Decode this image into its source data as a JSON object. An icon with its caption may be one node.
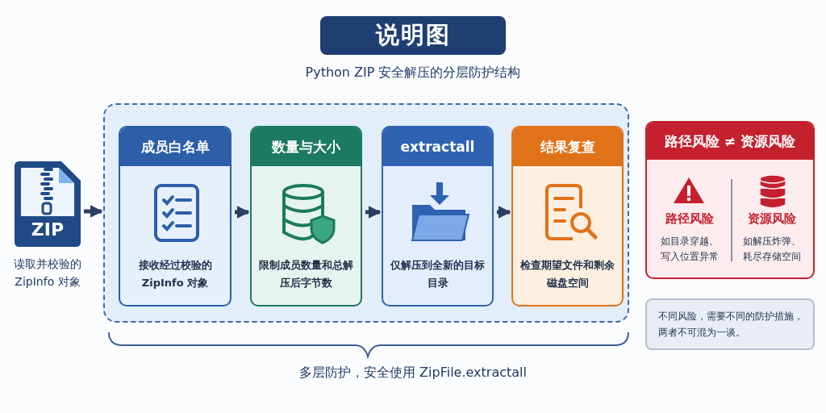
{
  "diagram": {
    "title": "说明图",
    "nodes": [
      {
        "text": [
          "ZIP"
        ],
        "beside": [
          "读取并校验的ZipInfo 对象"
        ]
      },
      {
        "text": [],
        "shape": "box"
      },
      {
        "text": [
          "成员白名单",
          "接收经过校验的ZipInfo 对象"
        ],
        "in": 1
      },
      {
        "text": [
          "数量与大小",
          "限制成员数量和总解压后字节数"
        ],
        "in": 1
      },
      {
        "text": [
          "extractall",
          "仅解压到全新的目标目录"
        ],
        "in": 1
      },
      {
        "text": [
          "结果复查",
          "检查期望文件和剩余磁盘空间"
        ],
        "in": 1
      },
      {
        "text": [
          "路径风险 ≠ 资源风险",
          "路径风险",
          "如目录穿越、写入位置异常",
          "资源风险",
          "如解压炸弹、耗尽存储空间"
        ]
      },
      {
        "text": [
          "不同风险，需要不同的防护措施，两者不可混为一谈。"
        ]
      }
    ],
    "edges": [
      {
        "from": 0,
        "to": 1,
        "arrow": "to"
      },
      {
        "from": 2,
        "to": 3,
        "arrow": "to"
      },
      {
        "from": 3,
        "to": 4,
        "arrow": "to"
      },
      {
        "from": 4,
        "to": 5,
        "arrow": "to"
      }
    ],
    "labels": [
      "Python ZIP 安全解压的分层防护结构",
      "多层防护，安全使用 ZipFile.extractall"
    ]
  }
}
